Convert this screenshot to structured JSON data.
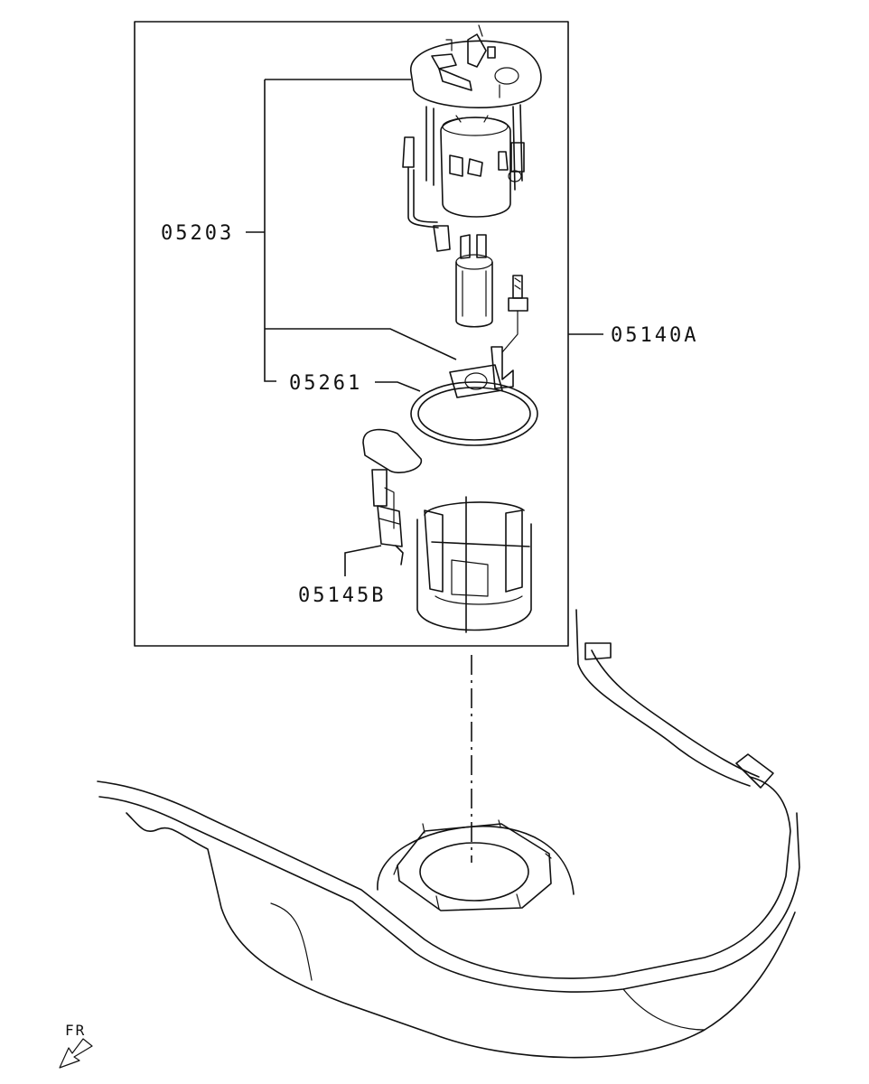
{
  "labels": {
    "pump_assembly": "05203",
    "packing_ring": "05261",
    "fuel_pump_module": "05140A",
    "fuel_gauge_unit": "05145B"
  },
  "direction_marker": "FR"
}
